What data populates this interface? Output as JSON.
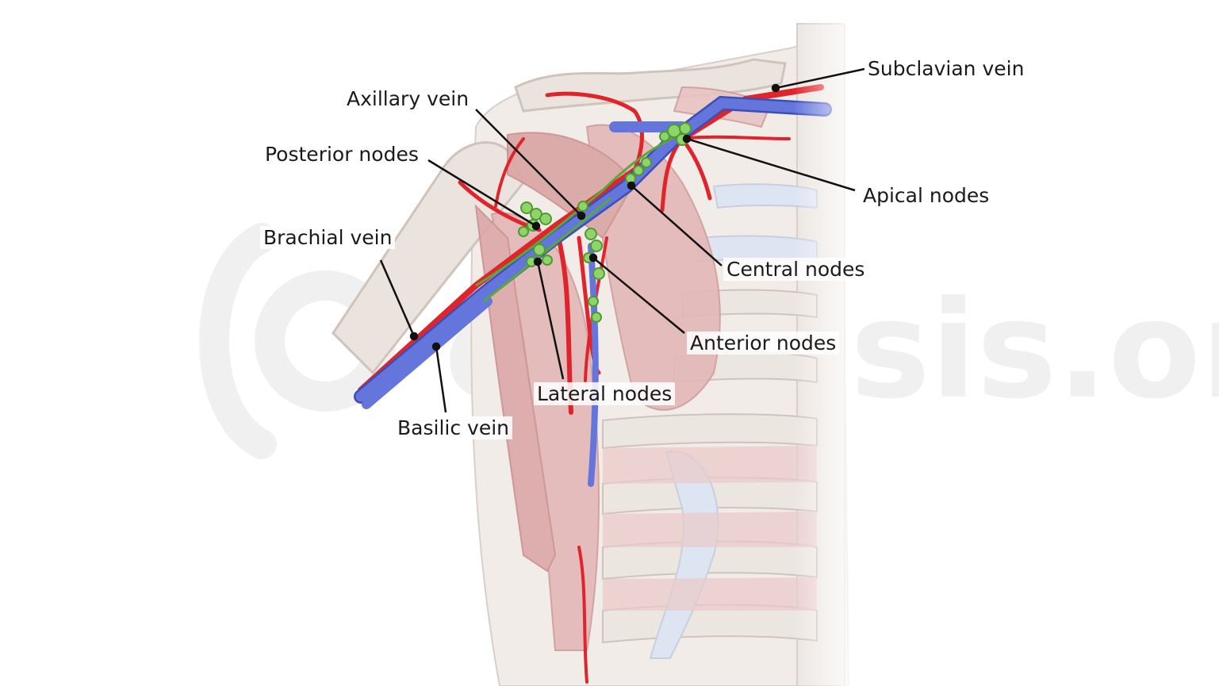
{
  "labels": {
    "subclavian_vein": "Subclavian vein",
    "axillary_vein": "Axillary vein",
    "posterior_nodes": "Posterior nodes",
    "apical_nodes": "Apical nodes",
    "brachial_vein": "Brachial vein",
    "central_nodes": "Central nodes",
    "anterior_nodes": "Anterior nodes",
    "lateral_nodes": "Lateral nodes",
    "basilic_vein": "Basilic vein"
  },
  "watermark": "osmosis.org",
  "colors": {
    "vein": "#5a6fd6",
    "artery": "#e0242b",
    "lymph": "#6fbf4a",
    "muscle": "#e3b7b7",
    "bone": "#ece6e1",
    "cartilage": "#dde4f2"
  }
}
